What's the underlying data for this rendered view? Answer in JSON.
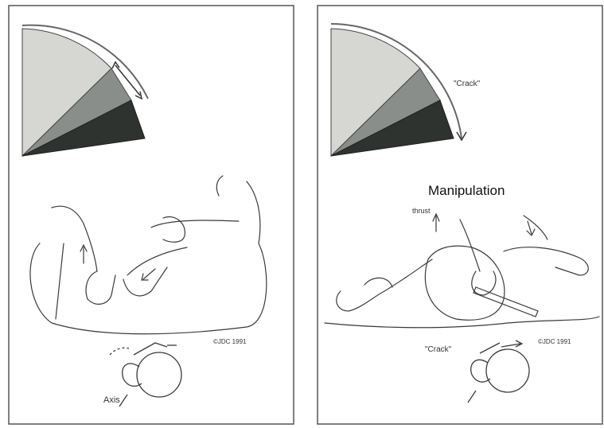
{
  "left_panel": {
    "axis_label": "Axis",
    "copyright": "©JDC 1991",
    "palette": {
      "light": "#d6d6d2",
      "mid": "#8a8e8a",
      "dark": "#2f3330",
      "line": "#3a3a3a"
    }
  },
  "right_panel": {
    "heading": "Manipulation",
    "crack_label_top": "\"Crack\"",
    "thrust_label": "thrust",
    "crack_label_spine": "\"Crack\"",
    "copyright": "©JDC 1991",
    "palette": {
      "light": "#d6d6d2",
      "mid": "#8a8e8a",
      "dark": "#2f3330",
      "line": "#3a3a3a"
    }
  }
}
